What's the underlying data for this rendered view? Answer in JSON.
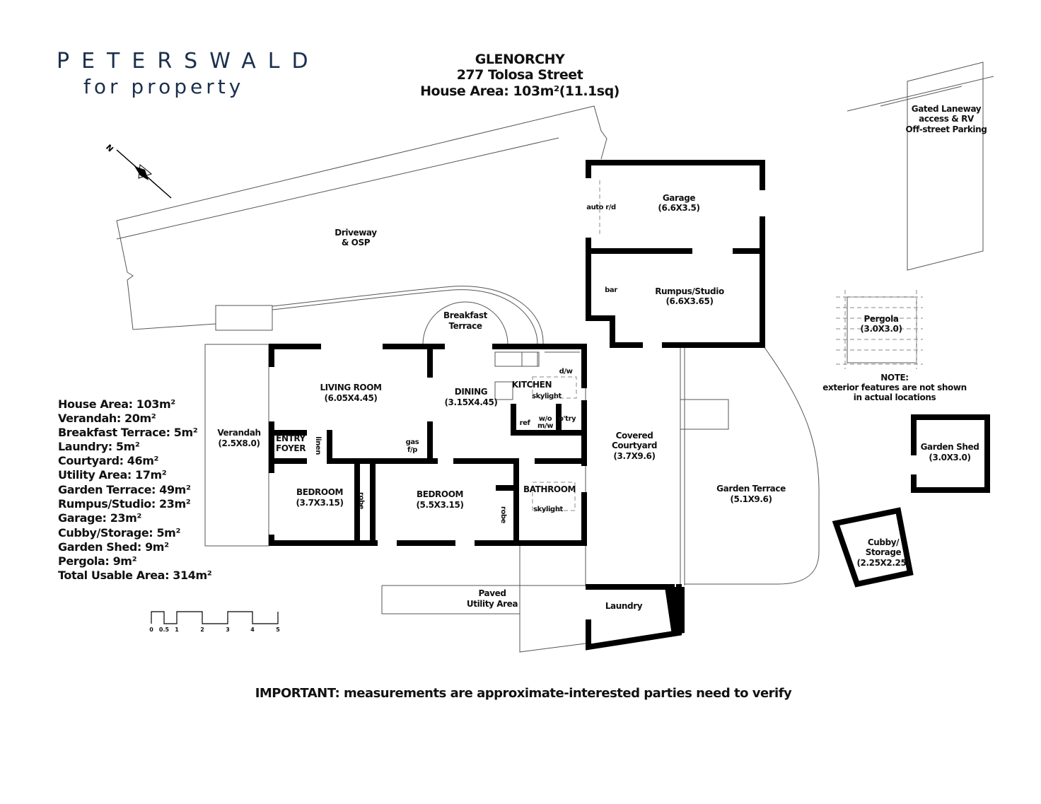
{
  "logo": {
    "line1": "PETERSWALD",
    "line2": "for property"
  },
  "header": {
    "suburb": "GLENORCHY",
    "address": "277 Tolosa Street",
    "house_area": "House Area: 103m²(11.1sq)"
  },
  "compass": {
    "label": "N"
  },
  "areas": [
    "House Area: 103m²",
    "Verandah: 20m²",
    "Breakfast Terrace: 5m²",
    "Laundry: 5m²",
    "Courtyard: 46m²",
    "Utility Area: 17m²",
    "Garden Terrace: 49m²",
    "Rumpus/Studio: 23m²",
    "Garage: 23m²",
    "Cubby/Storage: 5m²",
    "Garden Shed: 9m²",
    "Pergola: 9m²",
    "Total Usable Area: 314m²"
  ],
  "rooms": {
    "driveway": [
      "Driveway",
      "& OSP"
    ],
    "garage": [
      "Garage",
      "(6.6X3.5)"
    ],
    "auto_door": "auto r/d",
    "rumpus": [
      "Rumpus/Studio",
      "(6.6X3.65)"
    ],
    "bar": "bar",
    "breakfast": [
      "Breakfast",
      "Terrace"
    ],
    "living": [
      "LIVING ROOM",
      "(6.05X4.45)"
    ],
    "dining": [
      "DINING",
      "(3.15X4.45)"
    ],
    "kitchen": "KITCHEN",
    "kitchen_skylight": "skylight",
    "dw": "d/w",
    "ref": "ref",
    "wo": [
      "w/o",
      "m/w"
    ],
    "pantry": "p'try",
    "gas": [
      "gas",
      "f/p"
    ],
    "verandah": [
      "Verandah",
      "(2.5X8.0)"
    ],
    "entry": [
      "ENTRY",
      "FOYER"
    ],
    "linen": "linen",
    "bed1": [
      "BEDROOM",
      "(3.7X3.15)"
    ],
    "robe1": "robe",
    "bed2": [
      "BEDROOM",
      "(5.5X3.15)"
    ],
    "robe2": "robe",
    "bathroom": "BATHROOM",
    "bath_skylight": "skylight",
    "courtyard": [
      "Covered",
      "Courtyard",
      "(3.7X9.6)"
    ],
    "garden_terrace": [
      "Garden Terrace",
      "(5.1X9.6)"
    ],
    "utility": [
      "Paved",
      "Utility Area"
    ],
    "laundry": "Laundry",
    "laneway": [
      "Gated Laneway",
      "access & RV",
      "Off-street Parking"
    ],
    "pergola": [
      "Pergola",
      "(3.0X3.0)"
    ],
    "shed": [
      "Garden Shed",
      "(3.0X3.0)"
    ],
    "cubby": [
      "Cubby/",
      "Storage",
      "(2.25X2.25)"
    ]
  },
  "note": {
    "title": "NOTE:",
    "line1": "exterior features are not shown",
    "line2": "in actual locations"
  },
  "scale": {
    "ticks": [
      "0",
      "0.5",
      "1",
      "2",
      "3",
      "4",
      "5"
    ]
  },
  "disclaimer": "IMPORTANT: measurements are approximate-interested parties need to verify"
}
